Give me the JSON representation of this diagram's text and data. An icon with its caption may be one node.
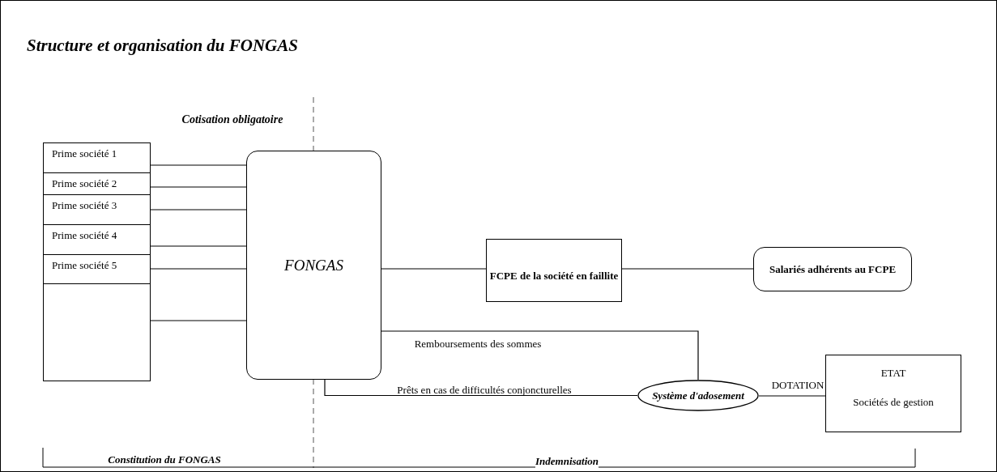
{
  "diagram": {
    "title": "Structure et organisation du FONGAS",
    "nodes": [
      {
        "text": [
          "Prime société 1"
        ]
      },
      {
        "text": [
          "Prime société 2"
        ]
      },
      {
        "text": [
          "Prime  société 3"
        ]
      },
      {
        "text": [
          "Prime  société 4"
        ]
      },
      {
        "text": [
          "Prime  société 5"
        ]
      },
      {
        "text": [],
        "shape": "box"
      },
      {
        "text": [
          "FONGAS"
        ]
      },
      {
        "text": [
          "FCPE de la société en faillite"
        ]
      },
      {
        "text": [
          "Salariés adhérents au FCPE"
        ]
      },
      {
        "text": [
          "Système d'adosement"
        ]
      },
      {
        "text": [
          "ETAT",
          "Sociétés de gestion"
        ]
      }
    ],
    "edges": [
      {
        "from": 0,
        "to": 6,
        "arrow": "none"
      },
      {
        "from": 1,
        "to": 6,
        "arrow": "none"
      },
      {
        "from": 2,
        "to": 6,
        "arrow": "none"
      },
      {
        "from": 3,
        "to": 6,
        "arrow": "none"
      },
      {
        "from": 4,
        "to": 6,
        "arrow": "none"
      },
      {
        "from": 5,
        "to": 6,
        "arrow": "none"
      },
      {
        "from": 6,
        "to": 7,
        "arrow": "none"
      },
      {
        "from": 7,
        "to": 8,
        "arrow": "none"
      },
      {
        "from": 6,
        "to": 9,
        "arrow": "none",
        "label": "Remboursements des sommes"
      },
      {
        "from": 6,
        "to": 9,
        "arrow": "none",
        "label": "Prêts en cas de difficultés conjoncturelles"
      },
      {
        "from": 9,
        "to": 10,
        "arrow": "none",
        "label": "DOTATION"
      }
    ],
    "labels": [
      "Cotisation obligatoire",
      "Constitution du FONGAS",
      "Indemnisation"
    ]
  }
}
